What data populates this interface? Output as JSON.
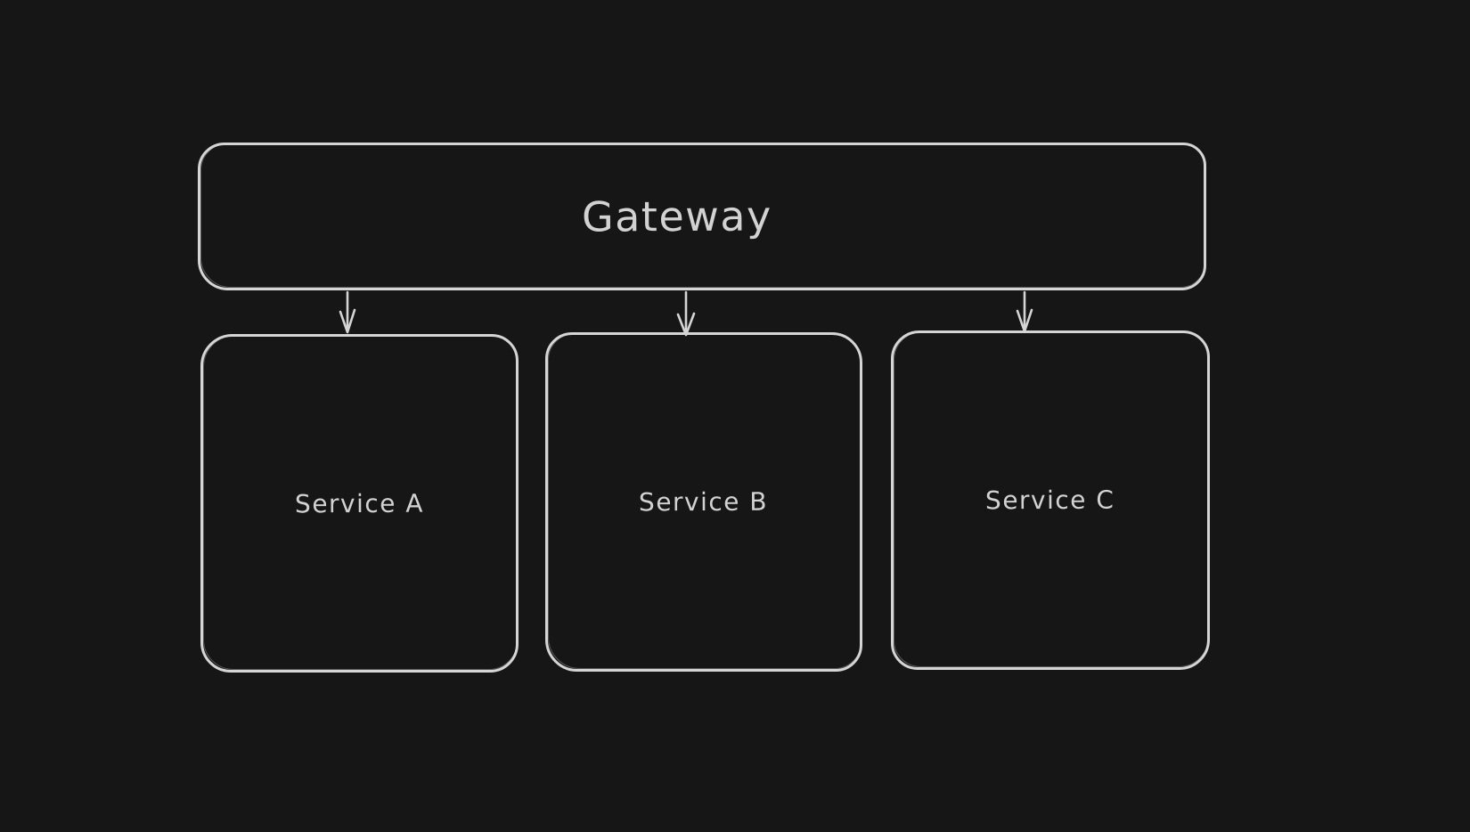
{
  "colors": {
    "background": "#161616",
    "stroke": "#d5d5d5",
    "text": "#d2d2d2"
  },
  "nodes": [
    {
      "id": "gateway",
      "label": "Gateway"
    },
    {
      "id": "service-a",
      "label": "Service A"
    },
    {
      "id": "service-b",
      "label": "Service B"
    },
    {
      "id": "service-c",
      "label": "Service C"
    }
  ],
  "edges": [
    {
      "from": "gateway",
      "to": "service-a"
    },
    {
      "from": "gateway",
      "to": "service-b"
    },
    {
      "from": "gateway",
      "to": "service-c"
    }
  ]
}
